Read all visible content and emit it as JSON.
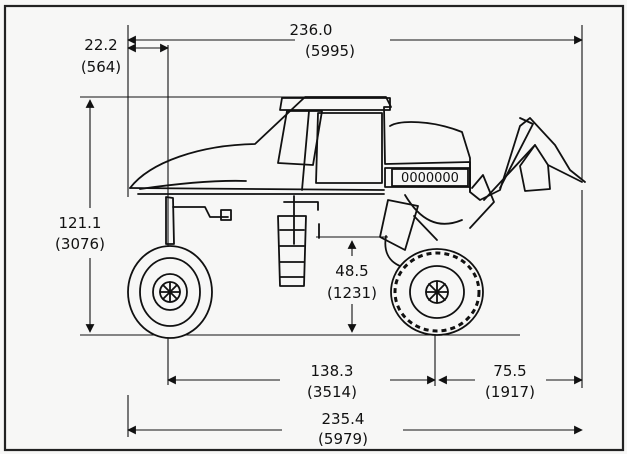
{
  "dimensions": {
    "overall_width_in": "236.0",
    "overall_width_mm": "(5995)",
    "front_overhang_in": "22.2",
    "front_overhang_mm": "(564)",
    "height_in": "121.1",
    "height_mm": "(3076)",
    "clearance_in": "48.5",
    "clearance_mm": "(1231)",
    "wheelbase_in": "138.3",
    "wheelbase_mm": "(3514)",
    "rear_overhang_in": "75.5",
    "rear_overhang_mm": "(1917)",
    "overall_length_in": "235.4",
    "overall_length_mm": "(5979)"
  },
  "body_markings": {
    "model_text": "",
    "serial_text": "0000000"
  },
  "colors": {
    "line": "#111111",
    "background": "#f7f7f6"
  }
}
